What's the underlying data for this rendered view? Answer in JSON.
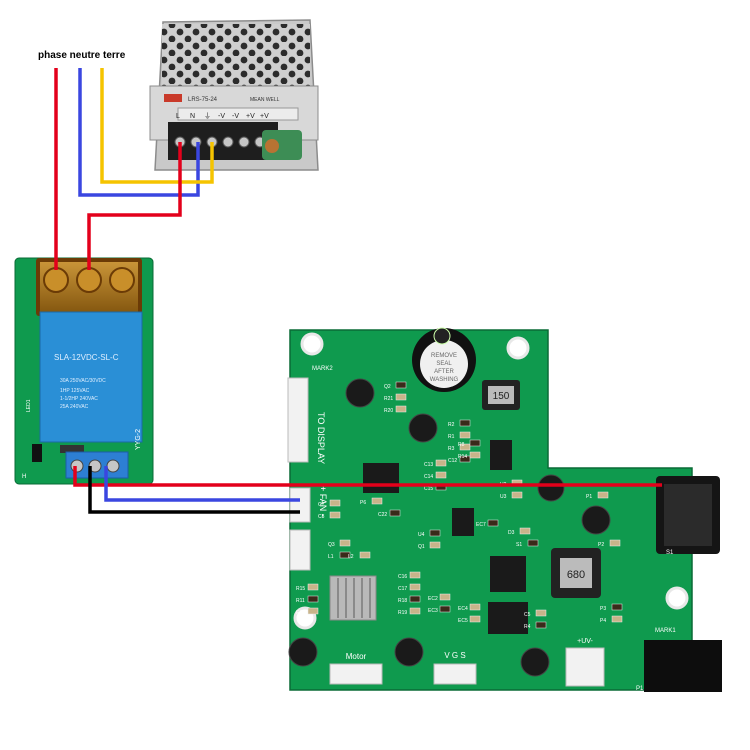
{
  "wire_label": "phase neutre terre",
  "psu": {
    "model": "LRS-75-24",
    "brand_text": "MEAN WELL",
    "terminal_labels": [
      "L",
      "N",
      "⏚",
      "-V",
      "-V",
      "+V",
      "+V"
    ]
  },
  "relay": {
    "model": "SLA-12VDC-SL-C",
    "ratings": [
      "30A 250VAC/30VDC",
      "1HP 125VAC",
      "1-1/2HP 240VAC",
      "25A 240VAC"
    ],
    "board_label": "YYG-2",
    "led_label": "LED1",
    "pin_label": "H"
  },
  "controller": {
    "buzzer_text": [
      "REMOVE",
      "SEAL",
      "AFTER",
      "WASHING"
    ],
    "to_display": "TO DISPLAY",
    "fan_label": "+ FAN -",
    "motor_label": "Motor",
    "vgs_label": "V G S",
    "uv_label": "+UV-",
    "inductor_150": "150",
    "inductor_680": "680",
    "mark1": "MARK1",
    "mark2": "MARK2",
    "parts": [
      "Q2",
      "R21",
      "R20",
      "R2",
      "R1",
      "R3",
      "C12",
      "C13",
      "C14",
      "C15",
      "C16",
      "C17",
      "R18",
      "R19",
      "R15",
      "R11",
      "EC1",
      "EC2",
      "EC3",
      "EC4",
      "EC5",
      "EC7",
      "U2",
      "U3",
      "U4",
      "Q1",
      "Q3",
      "L1",
      "L2",
      "D3",
      "S1",
      "P1",
      "P2",
      "P3",
      "P4",
      "P6",
      "C22",
      "C7",
      "C8",
      "R8",
      "R14",
      "C5",
      "R4"
    ],
    "switch_label": "S1",
    "jack_label": "P1"
  },
  "colors": {
    "phase": "#e3001b",
    "neutral": "#3a46e0",
    "earth": "#f5c400",
    "dc_negative": "#000000",
    "pcb": "#0f9a4e",
    "relay_blue": "#2a8fd6"
  }
}
